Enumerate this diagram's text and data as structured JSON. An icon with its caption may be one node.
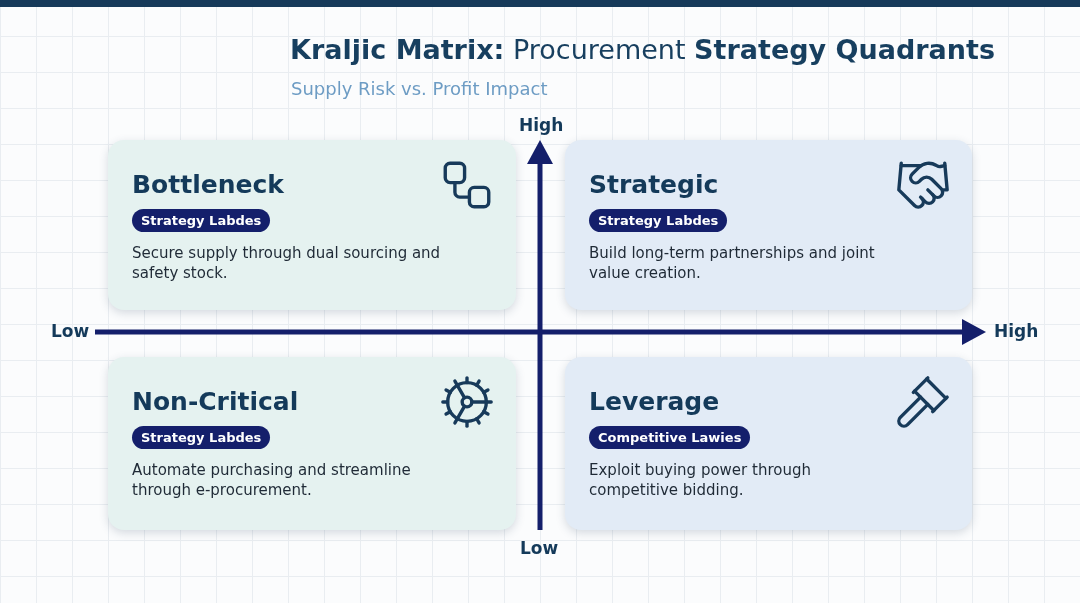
{
  "diagram": {
    "title": "**Kraljic Matrix:** Procurement **Strategy Quadrants**",
    "nodes": [
      {
        "text": [
          "Bottleneck",
          "Strategy Labdes",
          "Secure supply through dual sourcing and safety stock."
        ]
      },
      {
        "text": [
          "Strategic",
          "Strategy Labdes",
          "Build long-term partnerships and joint value creation."
        ]
      },
      {
        "text": [
          "Non-Critical",
          "Strategy Labdes",
          "Automate purchasing and streamline through e-procurement."
        ]
      },
      {
        "text": [
          "Leverage",
          "Competitive Lawies",
          "Exploit buying power through competitive bidding."
        ]
      }
    ],
    "labels": [
      "Supply Risk vs. Profit Impact",
      "High",
      "Low",
      "High",
      "Low"
    ]
  }
}
